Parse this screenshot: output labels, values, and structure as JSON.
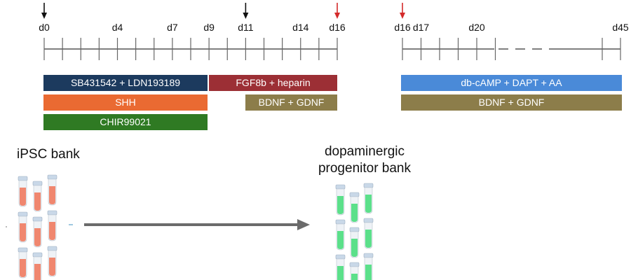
{
  "timeline_left": {
    "day_labels": [
      {
        "day": 0,
        "label": "d0"
      },
      {
        "day": 4,
        "label": "d4"
      },
      {
        "day": 7,
        "label": "d7"
      },
      {
        "day": 9,
        "label": "d9"
      },
      {
        "day": 11,
        "label": "d11"
      },
      {
        "day": 14,
        "label": "d14"
      },
      {
        "day": 16,
        "label": "d16"
      }
    ],
    "arrow_days": [
      {
        "day": 0,
        "color": "#111111"
      },
      {
        "day": 11,
        "color": "#111111"
      },
      {
        "day": 16,
        "color": "#d42a2a"
      }
    ]
  },
  "timeline_right": {
    "day_labels": [
      {
        "day": 16,
        "label": "d16"
      },
      {
        "day": 17,
        "label": "d17"
      },
      {
        "day": 20,
        "label": "d20"
      },
      {
        "day": 45,
        "label": "d45"
      }
    ],
    "arrow_days": [
      {
        "day": 16,
        "color": "#d42a2a"
      }
    ]
  },
  "treatments": {
    "sb_ldn": {
      "label": "SB431542 + LDN193189",
      "color": "#1c3a5e"
    },
    "fgf8b": {
      "label": "FGF8b + heparin",
      "color": "#9c2f35"
    },
    "shh": {
      "label": "SHH",
      "color": "#ea6a32"
    },
    "bdnf_left": {
      "label": "BDNF + GDNF",
      "color": "#8c7d4a"
    },
    "chir": {
      "label": "CHIR99021",
      "color": "#2f7a23"
    },
    "dbcamp": {
      "label": "db-cAMP + DAPT + AA",
      "color": "#4a8ad8"
    },
    "bdnf_right": {
      "label": "BDNF + GDNF",
      "color": "#8c7d4a"
    }
  },
  "banks": {
    "ipsc_label": "iPSC bank",
    "dopa_label_line1": "dopaminergic",
    "dopa_label_line2": "progenitor bank",
    "ipsc_fill_color": "#f0876f",
    "dopa_fill_color": "#5be08a"
  }
}
